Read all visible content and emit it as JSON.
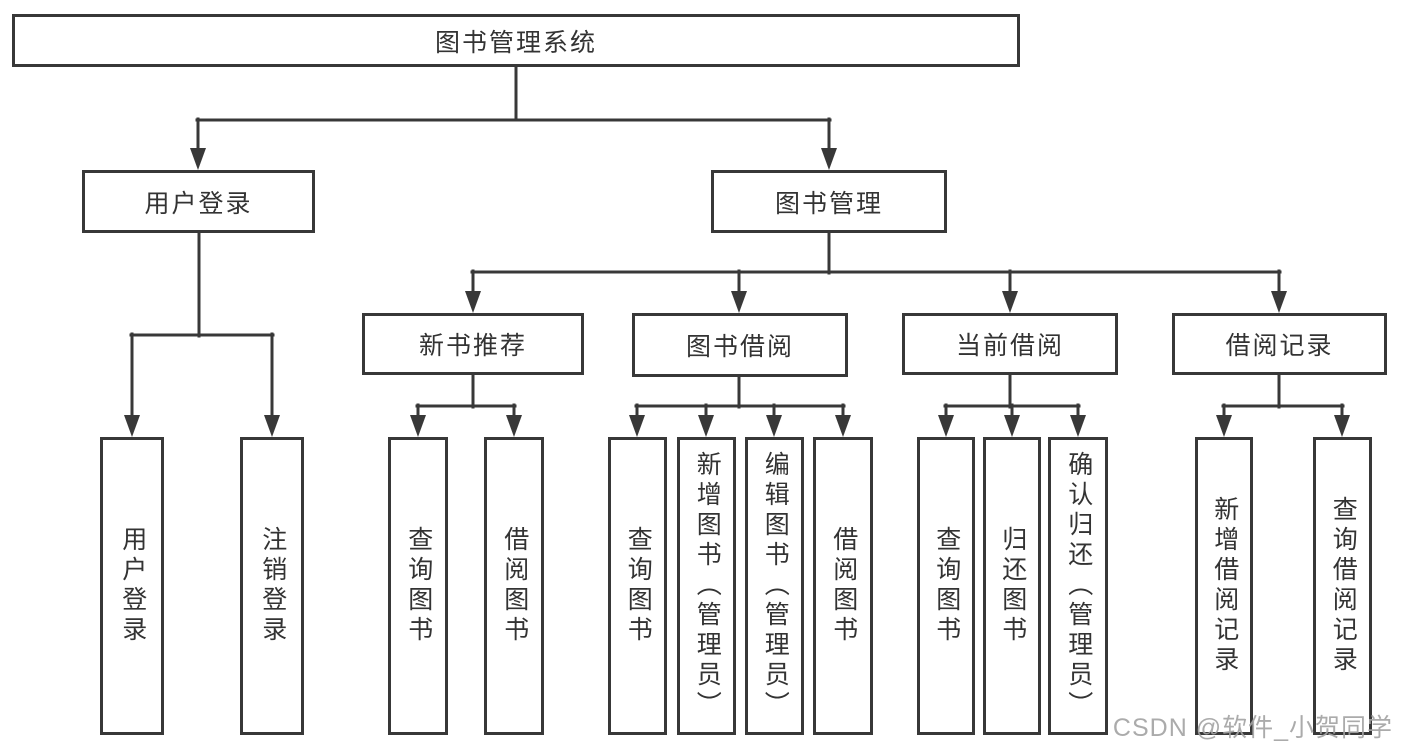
{
  "colors": {
    "line": "#383838",
    "text": "#333333",
    "box-bg": "#ffffff",
    "bg": "#ffffff",
    "watermark": "#a3a3a3"
  },
  "tree": {
    "root": {
      "label": "图书管理系统",
      "children": [
        {
          "label": "用户登录",
          "children": [
            {
              "label": "用户登录"
            },
            {
              "label": "注销登录"
            }
          ]
        },
        {
          "label": "图书管理",
          "children": [
            {
              "label": "新书推荐",
              "children": [
                {
                  "label": "查询图书"
                },
                {
                  "label": "借阅图书"
                }
              ]
            },
            {
              "label": "图书借阅",
              "children": [
                {
                  "label": "查询图书"
                },
                {
                  "label": "新增图书（管理员）"
                },
                {
                  "label": "编辑图书（管理员）"
                },
                {
                  "label": "借阅图书"
                }
              ]
            },
            {
              "label": "当前借阅",
              "children": [
                {
                  "label": "查询图书"
                },
                {
                  "label": "归还图书"
                },
                {
                  "label": "确认归还（管理员）"
                }
              ]
            },
            {
              "label": "借阅记录",
              "children": [
                {
                  "label": "新增借阅记录"
                },
                {
                  "label": "查询借阅记录"
                }
              ]
            }
          ]
        }
      ]
    }
  },
  "watermark": {
    "text": "CSDN @软件_小贺同学"
  }
}
